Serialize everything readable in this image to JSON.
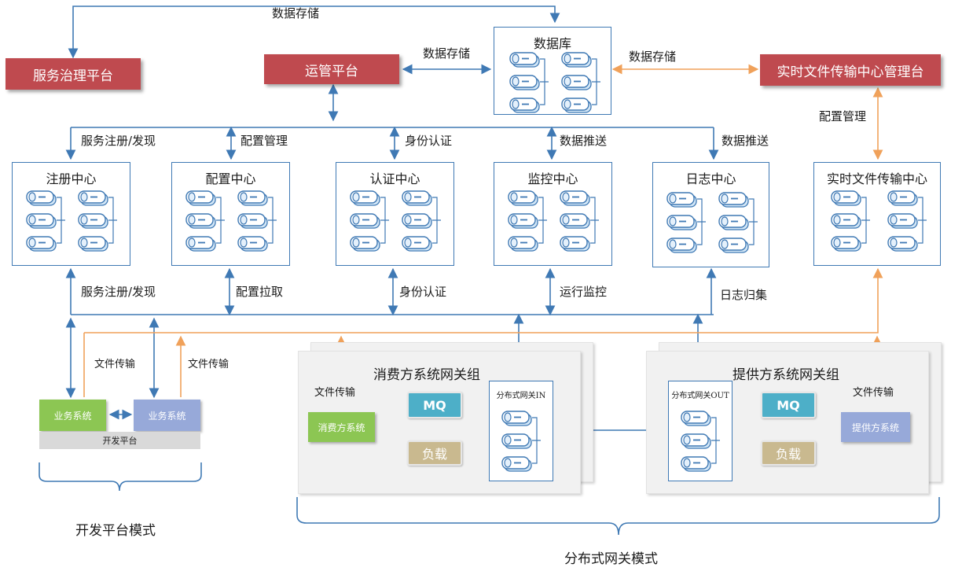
{
  "platforms": {
    "service_governance": "服务治理平台",
    "ops": "运管平台",
    "rtft_admin": "实时文件传输中心管理台"
  },
  "centers": {
    "database": "数据库",
    "registry": "注册中心",
    "config": "配置中心",
    "auth": "认证中心",
    "monitor": "监控中心",
    "log": "日志中心",
    "rtft": "实时文件传输中心"
  },
  "edges": {
    "data_storage_top": "数据存储",
    "data_storage_ops": "数据存储",
    "data_storage_rtft": "数据存储",
    "config_mgmt_rtft": "配置管理",
    "svc_reg_top": "服务注册/发现",
    "config_mgmt": "配置管理",
    "auth_top": "身份认证",
    "data_push_monitor": "数据推送",
    "data_push_log": "数据推送",
    "svc_reg_bottom": "服务注册/发现",
    "config_pull": "配置拉取",
    "auth_bottom": "身份认证",
    "run_monitor": "运行监控",
    "log_collect": "日志归集",
    "file_transfer_1": "文件传输",
    "file_transfer_2": "文件传输",
    "file_transfer_consumer": "文件传输",
    "file_transfer_provider": "文件传输"
  },
  "dev_platform": {
    "business_system_1": "业务系统",
    "business_system_2": "业务系统",
    "label": "开发平台",
    "mode": "开发平台模式"
  },
  "gateway": {
    "consumer_group": "消费方系统网关组",
    "provider_group": "提供方系统网关组",
    "consumer_system": "消费方系统",
    "provider_system": "提供方系统",
    "mq": "MQ",
    "load": "负载",
    "gateway_in": "分布式网关IN",
    "gateway_out": "分布式网关OUT",
    "mode": "分布式网关模式"
  },
  "colors": {
    "blue_line": "#3f79b4",
    "orange_line": "#f0a15a",
    "red_platform": "#bf4a4f",
    "business_green": "#8cc653",
    "business_purple": "#97a9d9",
    "mq": "#4dafc8",
    "load": "#c9b98f"
  },
  "icons": [
    "server-stack-icon",
    "arrow-icon",
    "brace-icon"
  ]
}
